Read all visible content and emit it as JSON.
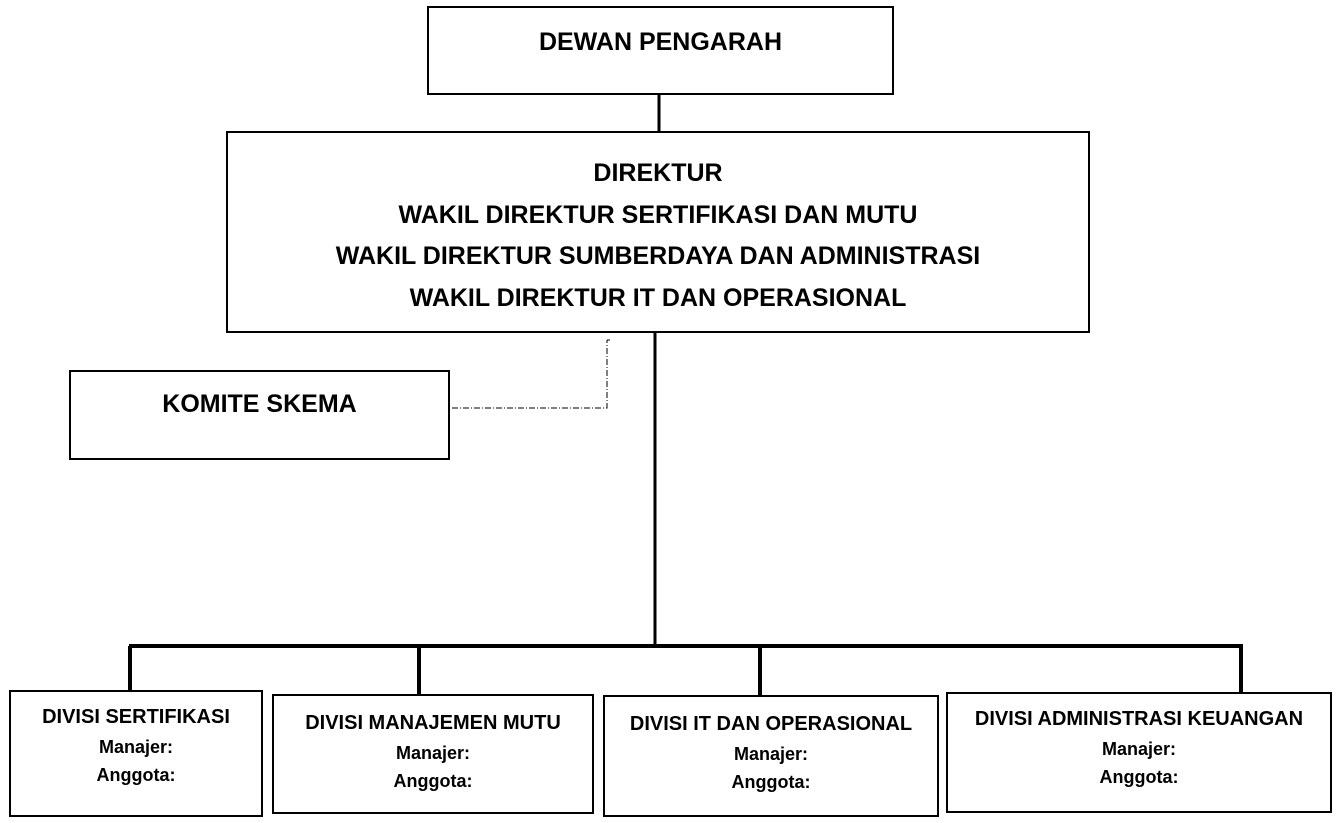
{
  "dewan_pengarah": {
    "title": "DEWAN PENGARAH"
  },
  "direktur": {
    "lines": [
      "DIREKTUR",
      "WAKIL DIREKTUR SERTIFIKASI DAN MUTU",
      "WAKIL DIREKTUR SUMBERDAYA DAN ADMINISTRASI",
      "WAKIL DIREKTUR IT DAN OPERASIONAL"
    ]
  },
  "komite_skema": {
    "title": "KOMITE SKEMA"
  },
  "divisions": [
    {
      "title": "DIVISI SERTIFIKASI",
      "manager_label": "Manajer:",
      "member_label": "Anggota:"
    },
    {
      "title": "DIVISI MANAJEMEN MUTU",
      "manager_label": "Manajer:",
      "member_label": "Anggota:"
    },
    {
      "title": "DIVISI IT DAN OPERASIONAL",
      "manager_label": "Manajer:",
      "member_label": "Anggota:"
    },
    {
      "title": "DIVISI ADMINISTRASI KEUANGAN",
      "manager_label": "Manajer:",
      "member_label": "Anggota:"
    }
  ],
  "colors": {
    "line": "#000000",
    "background": "#ffffff",
    "text": "#000000"
  }
}
